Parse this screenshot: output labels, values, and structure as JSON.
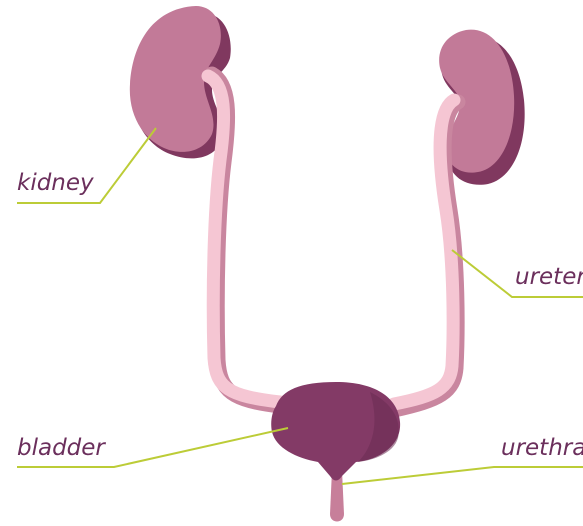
{
  "labels": {
    "kidney": "kidney",
    "ureter": "ureter",
    "bladder": "bladder",
    "urethra": "urethra"
  },
  "colors": {
    "kidney_light": "#c27a98",
    "kidney_dark": "#80385f",
    "ureter": "#f5c6d3",
    "ureter_shadow": "#c9869f",
    "bladder": "#833a66",
    "bladder_dark": "#6a2c52",
    "urethra": "#c77f9a",
    "leader_line": "#bccc37",
    "label_text": "#6b2f5c"
  }
}
